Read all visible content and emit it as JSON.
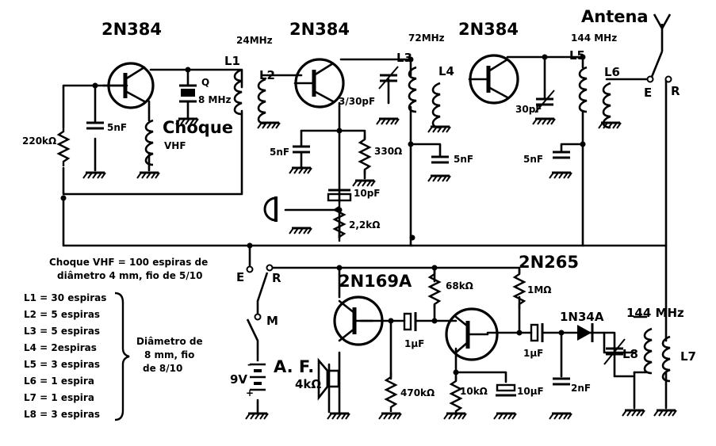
{
  "transistors": {
    "q1": "2N384",
    "q2": "2N384",
    "q3": "2N384",
    "q4": "2N169A",
    "q5": "2N265"
  },
  "frequencies": {
    "f24": "24MHz",
    "f72": "72MHz",
    "f144": "144 MHz",
    "f144b": "144 MHz"
  },
  "antenna": {
    "label": "Antena",
    "e": "E",
    "r": "R"
  },
  "coils": {
    "l1": "L1",
    "l2": "L2",
    "l3": "L3",
    "l4": "L4",
    "l5": "L5",
    "l6": "L6",
    "l7": "L7",
    "l8": "L8"
  },
  "components": {
    "crystal": "Q",
    "crystal_freq": "8 MHz",
    "choke": "Choque",
    "choke_sub": "VHF",
    "r220k": "220kΩ",
    "c5nf_1": "5nF",
    "c5nf_2": "5nF",
    "c5nf_3": "5nF",
    "c5nf_4": "5nF",
    "cv1": "3/30pF",
    "cv2": "30pF",
    "r330": "330Ω",
    "c10pf_1": "10pF",
    "r2k2": "2,2kΩ",
    "r68k": "68kΩ",
    "r1m": "1MΩ",
    "c1uf_1": "1µF",
    "c1uf_2": "1µF",
    "r470k": "470kΩ",
    "r10k": "10kΩ",
    "c10uf": "10µF",
    "c2nf": "2nF",
    "diode": "1N34A",
    "battery": "9V",
    "speaker": "4kΩ",
    "af": "A. F."
  },
  "switch": {
    "e": "E",
    "r": "R",
    "m": "M"
  },
  "notes": {
    "choke_line1": "Choque VHF = 100 espiras de",
    "choke_line2": "diâmetro 4 mm, fio de 5/10",
    "diam_line1": "Diâmetro de",
    "diam_line2": "8 mm, fio",
    "diam_line3": "de 8/10"
  },
  "coil_table": [
    "L1 = 30 espiras",
    "L2 =  5 espiras",
    "L3 =  5 espiras",
    "L4 =  2espiras",
    "L5 = 3 espiras",
    "L6 = 1 espira",
    "L7 = 1 espira",
    "L8 = 3 espiras"
  ]
}
